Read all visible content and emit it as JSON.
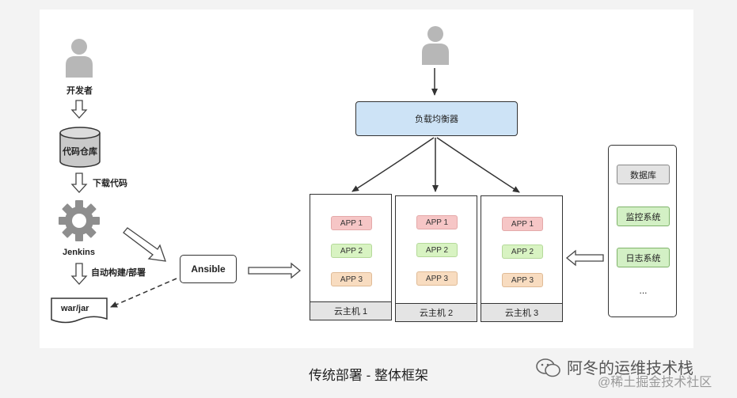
{
  "diagram": {
    "developer_label": "开发者",
    "repo_label": "代码仓库",
    "download_label": "下载代码",
    "jenkins_label": "Jenkins",
    "auto_build_label": "自动构建/部署",
    "artifact_label": "war/jar",
    "ansible_label": "Ansible",
    "load_balancer_label": "负载均衡器",
    "hosts": [
      {
        "name": "云主机 1",
        "apps": [
          "APP 1",
          "APP 2",
          "APP 3"
        ]
      },
      {
        "name": "云主机 2",
        "apps": [
          "APP 1",
          "APP 2",
          "APP 3"
        ]
      },
      {
        "name": "云主机 3",
        "apps": [
          "APP 1",
          "APP 2",
          "APP 3"
        ]
      }
    ],
    "services": [
      "数据库",
      "监控系统",
      "日志系统",
      "..."
    ]
  },
  "caption": "传统部署 - 整体框架",
  "watermark": {
    "line1": "阿冬的运维技术栈",
    "line2": "@稀土掘金技术社区"
  },
  "colors": {
    "load_balancer": "#cde3f6",
    "app1": "#f6c6c6",
    "app2": "#d8f3c2",
    "app3": "#f8dcc0",
    "service_green": "#d3f0c5",
    "service_gray": "#e3e3e3"
  }
}
